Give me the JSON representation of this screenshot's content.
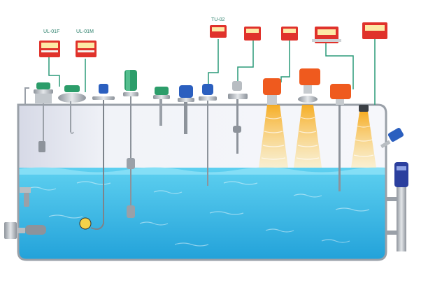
{
  "labels": {
    "left_1": "UL-01F",
    "left_2": "UL-01M",
    "right_1": "TU-02"
  },
  "colors": {
    "tank_outline": "#9aa0a8",
    "tank_air": "#e9ecf3",
    "water_top": "#5ed0f0",
    "water_bottom": "#1f9fd8",
    "display_red": "#e0322b",
    "sensor_orange": "#ef5a1e",
    "sensor_blue": "#2b5fbf",
    "sensor_green": "#2c9d6a",
    "radar_beam": "#f6b93a",
    "wire": "#2a9a78"
  },
  "icons": [
    "transmitter-display-icon",
    "float-switch-icon",
    "radar-level-sensor-icon",
    "guided-wave-radar-icon",
    "magnetic-level-gauge-icon",
    "ultrasonic-beam-icon"
  ]
}
